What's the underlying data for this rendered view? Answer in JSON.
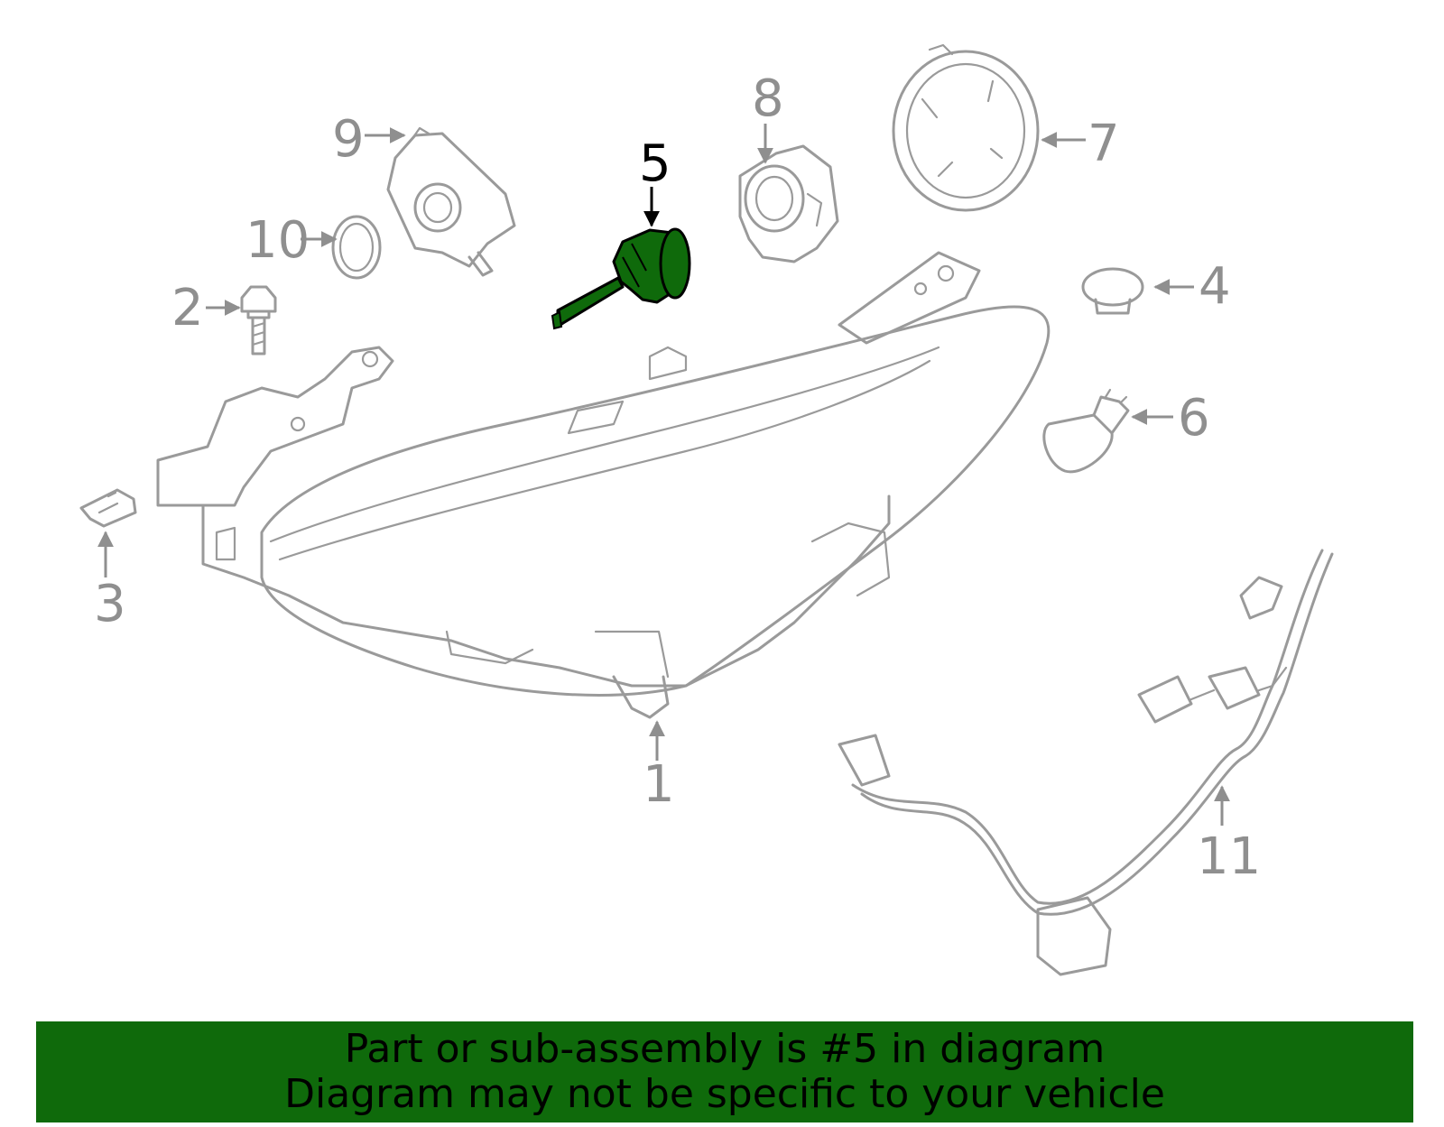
{
  "highlight_part": "5",
  "colors": {
    "highlight": "#0f6a0b",
    "line": "#9a9a9a",
    "callout": "#8f8f8f",
    "banner": "#0f6a0b"
  },
  "callouts": [
    {
      "id": "1",
      "label": "1"
    },
    {
      "id": "2",
      "label": "2"
    },
    {
      "id": "3",
      "label": "3"
    },
    {
      "id": "4",
      "label": "4"
    },
    {
      "id": "5",
      "label": "5"
    },
    {
      "id": "6",
      "label": "6"
    },
    {
      "id": "7",
      "label": "7"
    },
    {
      "id": "8",
      "label": "8"
    },
    {
      "id": "9",
      "label": "9"
    },
    {
      "id": "10",
      "label": "10"
    },
    {
      "id": "11",
      "label": "11"
    }
  ],
  "banner": {
    "line1": "Part or sub-assembly is #5 in diagram",
    "line2": "Diagram may not be specific to your vehicle"
  }
}
